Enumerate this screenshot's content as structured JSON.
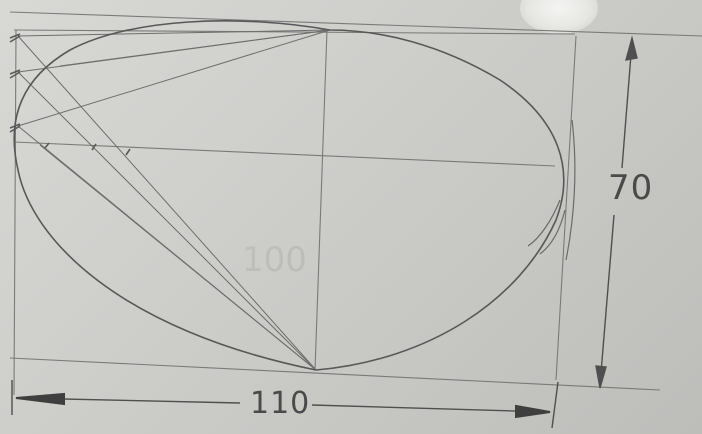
{
  "drawing": {
    "labels": {
      "height_dimension": "70",
      "width_dimension": "110",
      "faint_axis_value": "100"
    },
    "stroke_color": "#6e6e6e",
    "outline_color": "#585858",
    "paper_color": "#cfcfcc"
  }
}
